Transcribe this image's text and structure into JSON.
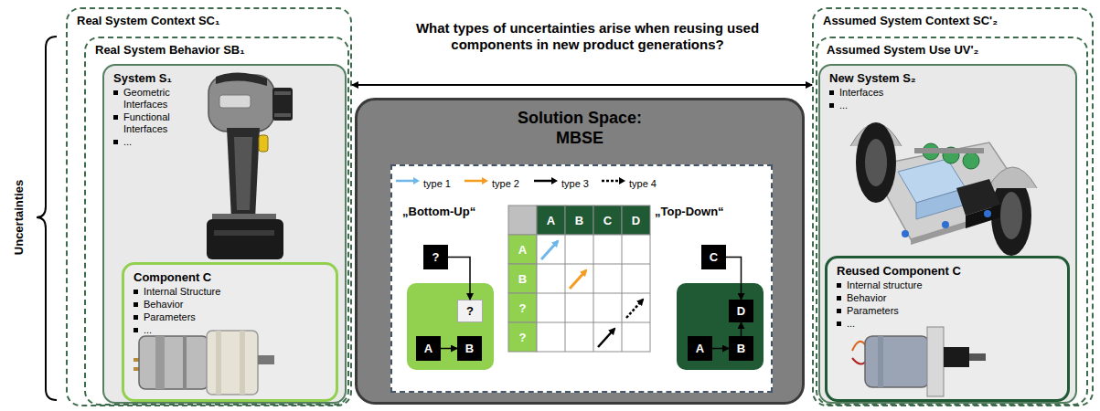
{
  "diagram": {
    "title": "What types of uncertainties arise when reusing used components in new product generations?",
    "nodes": [
      {
        "text": [
          "Real System Context SC₁"
        ]
      },
      {
        "text": [
          "Real System Behavior SB₁"
        ],
        "in": 0
      },
      {
        "text": [
          "System S₁",
          "Geometric Interfaces",
          "Functional Interfaces",
          "..."
        ],
        "in": 1
      },
      {
        "text": [
          "Component C",
          "Internal Structure",
          "Behavior",
          "Parameters",
          "..."
        ],
        "in": 2
      },
      {
        "text": [
          "Solution Space: MBSE"
        ]
      },
      {
        "text": [
          "„Bottom-Up“"
        ],
        "in": 4
      },
      {
        "text": [
          "?"
        ],
        "in": 4
      },
      {
        "text": [
          "?"
        ],
        "in": 5
      },
      {
        "text": [
          "A"
        ],
        "in": 5
      },
      {
        "text": [
          "B"
        ],
        "in": 5
      },
      {
        "text": [
          "„Top-Down“"
        ],
        "in": 4
      },
      {
        "text": [
          "C"
        ],
        "in": 4
      },
      {
        "text": [
          "D"
        ],
        "in": 10
      },
      {
        "text": [
          "A"
        ],
        "in": 10
      },
      {
        "text": [
          "B"
        ],
        "in": 10
      },
      {
        "text": [
          "Assumed System Context SC'₂"
        ]
      },
      {
        "text": [
          "Assumed System Use UV'₂"
        ],
        "in": 15
      },
      {
        "text": [
          "New System S₂",
          "Interfaces",
          "..."
        ],
        "in": 16
      },
      {
        "text": [
          "Reused Component C",
          "Internal structure",
          "Behavior",
          "Parameters",
          "..."
        ],
        "in": 17
      }
    ],
    "edges": [
      {
        "from": 0,
        "to": 15,
        "arrow": "both"
      },
      {
        "from": 6,
        "to": 7,
        "arrow": "to"
      },
      {
        "from": 8,
        "to": 9,
        "arrow": "to"
      },
      {
        "from": 11,
        "to": 12,
        "arrow": "to"
      },
      {
        "from": 13,
        "to": 14,
        "arrow": "to"
      },
      {
        "from": 14,
        "to": 12,
        "arrow": "to"
      }
    ],
    "labels": [
      "Uncertainties",
      "A",
      "B",
      "C",
      "D",
      "A",
      "B",
      "?",
      "?"
    ],
    "legend": [
      {
        "text": "type 1"
      },
      {
        "text": "type 2"
      },
      {
        "text": "type 3"
      },
      {
        "text": "type 4"
      }
    ]
  }
}
